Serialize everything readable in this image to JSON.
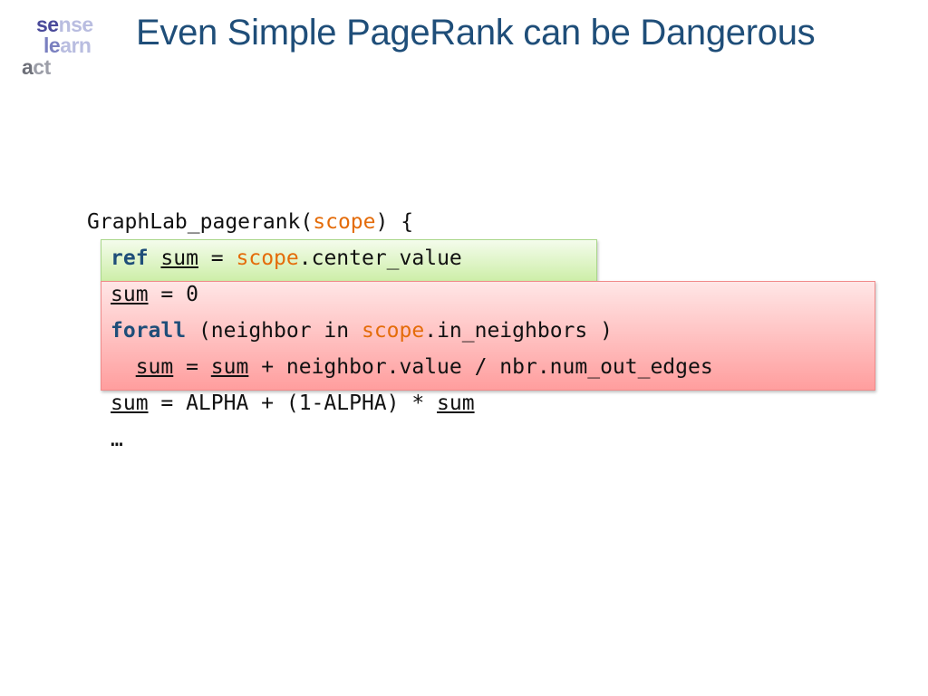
{
  "logo": {
    "row1": [
      "se",
      "nse"
    ],
    "row2": [
      "le",
      "arn"
    ],
    "row3": [
      "a",
      "ct"
    ]
  },
  "slide": {
    "title": "Even Simple PageRank can be Dangerous"
  },
  "code": {
    "line0": {
      "fn": "GraphLab_pagerank(",
      "arg": "scope",
      "end": ") {"
    },
    "line1": {
      "kw": "ref",
      "sp1": " ",
      "var": "sum",
      "eq": " = ",
      "scope": "scope",
      "rest": ".center_value"
    },
    "line2": {
      "var": "sum",
      "rest": " = 0"
    },
    "line3": {
      "kw": "forall",
      "mid": " (neighbor in ",
      "scope": "scope",
      "rest": ".in_neighbors )"
    },
    "line4": {
      "indent": "  ",
      "var1": "sum",
      "eq": " = ",
      "var2": "sum",
      "rest": " + neighbor.value / nbr.num_out_edges"
    },
    "line5": {
      "var1": "sum",
      "mid": " = ALPHA + (1-ALPHA) * ",
      "var2": "sum"
    },
    "line6": {
      "text": "…"
    }
  },
  "colors": {
    "title": "#1f4e79",
    "keyword": "#1f4e79",
    "scope": "#e46c0a",
    "green_highlight": "#cdeea8",
    "red_highlight": "#ff9e9e"
  }
}
